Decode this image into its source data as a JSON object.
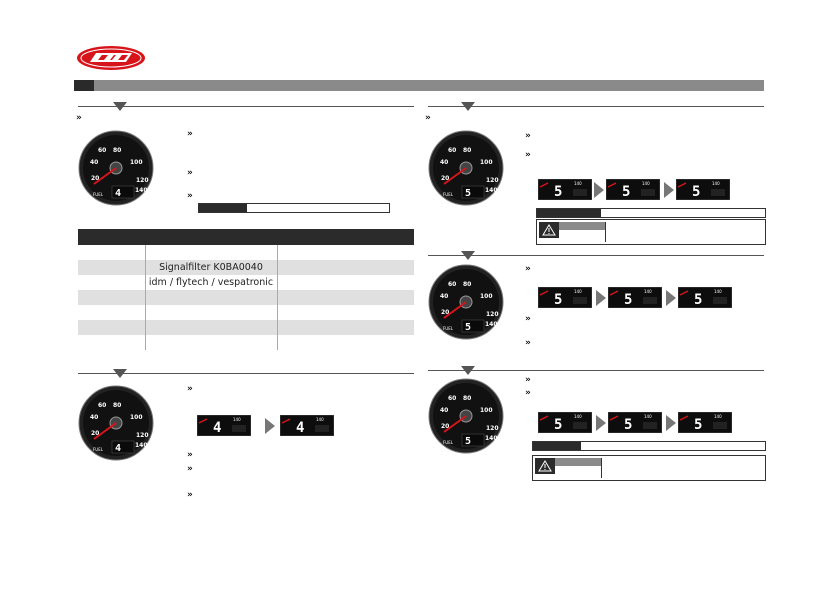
{
  "table": {
    "rows": [
      [
        "",
        "",
        ""
      ],
      [
        "",
        "Signalfilter K0BA0040",
        ""
      ],
      [
        "",
        "idm / flytech / vespatronic",
        ""
      ],
      [
        "",
        "",
        ""
      ],
      [
        "",
        "",
        ""
      ],
      [
        "",
        "",
        ""
      ],
      [
        "",
        "",
        ""
      ]
    ]
  },
  "gauge": {
    "ticks": [
      "20",
      "40",
      "60",
      "80",
      "100",
      "120",
      "140"
    ],
    "fuel_label": "FUEL"
  },
  "lcd": {
    "top_value": "140"
  },
  "colors": {
    "brand_red": "#d7141a",
    "dark": "#2b2b2b",
    "band_gray": "#8a8a8a"
  },
  "icons": {
    "bullet": "chevron-right-icon",
    "warning": "warning-triangle-icon",
    "section_marker": "down-arrow-icon",
    "step": "arrow-right-icon"
  }
}
